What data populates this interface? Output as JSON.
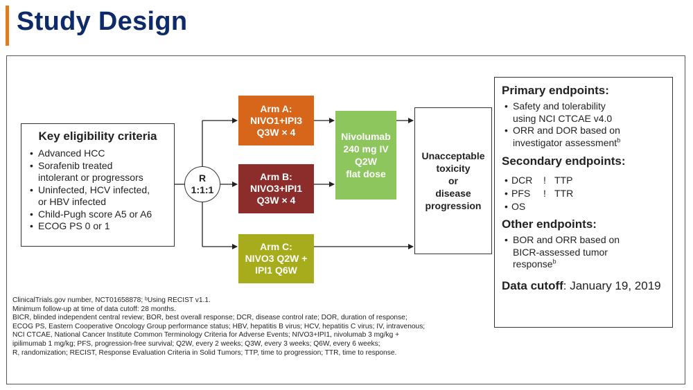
{
  "header": {
    "title": "Study Design",
    "accent_color": "#e07b1f",
    "title_color": "#0f2a6b"
  },
  "eligibility": {
    "title": "Key eligibility criteria",
    "items": [
      "Advanced HCC",
      "Sorafenib treated intolerant or progressors",
      "Uninfected, HCV infected, or HBV infected",
      "Child-Pugh score A5 or A6",
      "ECOG PS 0 or 1"
    ],
    "item_lines": [
      [
        "Advanced HCC"
      ],
      [
        "Sorafenib treated",
        "intolerant or progressors"
      ],
      [
        "Uninfected, HCV infected,",
        "or HBV infected"
      ],
      [
        "Child-Pugh score A5 or A6"
      ],
      [
        "ECOG PS 0 or 1"
      ]
    ]
  },
  "randomization": {
    "label": "R",
    "ratio": "1:1:1"
  },
  "arms": [
    {
      "lines": [
        "Arm A:",
        "NIVO1+IPI3",
        "Q3W × 4"
      ],
      "color": "#d8661a"
    },
    {
      "lines": [
        "Arm B:",
        "NIVO3+IPI1",
        "Q3W × 4"
      ],
      "color": "#8c2d2b"
    },
    {
      "lines": [
        "Arm C:",
        "NIVO3 Q2W +",
        "IPI1 Q6W"
      ],
      "color": "#a6ac1c"
    }
  ],
  "maintenance": {
    "lines": [
      "Nivolumab",
      "240 mg IV",
      "Q2W",
      "flat dose"
    ],
    "color": "#8cc65c"
  },
  "endpoint_box": {
    "lines": [
      "Unacceptable",
      "toxicity",
      "or",
      "disease",
      "progression"
    ]
  },
  "endpoints": {
    "primary_title": "Primary endpoints:",
    "primary_items": [
      {
        "lines": [
          "Safety and tolerability",
          "using NCI CTCAE v4.0"
        ],
        "sup": ""
      },
      {
        "lines": [
          "ORR and DOR based on",
          "investigator assessment"
        ],
        "sup": "b"
      }
    ],
    "secondary_title": "Secondary endpoints:",
    "secondary_rows": [
      [
        "DCR",
        "!",
        "TTP"
      ],
      [
        "PFS",
        "!",
        "TTR"
      ],
      [
        "OS",
        "",
        ""
      ]
    ],
    "other_title": "Other endpoints:",
    "other_items": [
      {
        "lines": [
          "BOR and ORR based on",
          "BICR-assessed tumor",
          "response"
        ],
        "sup": "b"
      }
    ],
    "cutoff_label": "Data cutoff",
    "cutoff_value": ": January 19, 2019"
  },
  "footnotes": [
    "ClinicalTrials.gov number, NCT01658878; ᵇUsing RECIST v1.1.",
    "Minimum follow-up at time of data cutoff: 28 months.",
    "BICR, blinded independent central review; BOR, best overall response; DCR, disease control rate; DOR, duration of response;",
    "ECOG PS, Eastern Cooperative Oncology Group performance status; HBV, hepatitis B virus; HCV, hepatitis C virus; IV, intravenous;",
    "NCI CTCAE, National Cancer Institute Common Terminology Criteria for Adverse Events; NIVO3+IPI1, nivolumab 3 mg/kg +",
    "ipilimumab 1 mg/kg; PFS, progression-free survival; Q2W, every 2 weeks; Q3W, every 3 weeks; Q6W, every 6 weeks;",
    "R, randomization; RECIST, Response Evaluation Criteria in Solid Tumors; TTP, time to progression; TTR, time to response."
  ]
}
